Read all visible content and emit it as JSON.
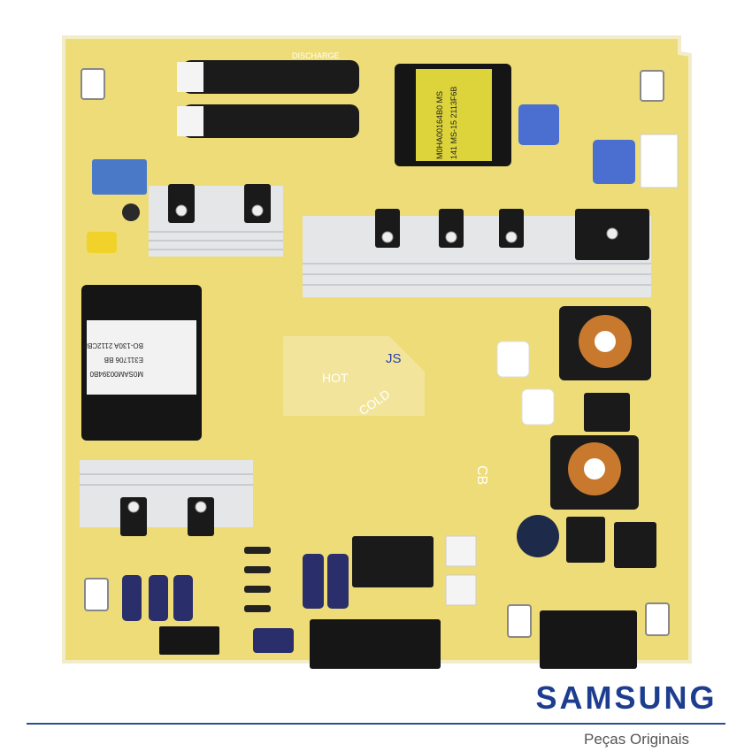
{
  "brand": {
    "name": "SAMSUNG",
    "tagline": "Peças Originais"
  },
  "board_labels": {
    "hot": "HOT",
    "cold": "COLD",
    "discharge": "DISCHARGE",
    "cb": "CB",
    "transformer_top": "M0HA00164B0 MS",
    "transformer_top_2": "141 MS-15 2113F6B",
    "transformer_left": "M0SAM00394B0",
    "transformer_left_2": "E311706 BB",
    "transformer_left_3": "BO-130A 2112CBB",
    "marking": "JS"
  },
  "colors": {
    "board": "#eedc78",
    "board_edge": "#f3eec8",
    "heatsink": "#e4e6e8",
    "transformer_core": "#1a1a1a",
    "brand_blue": "#1d3d8f"
  }
}
